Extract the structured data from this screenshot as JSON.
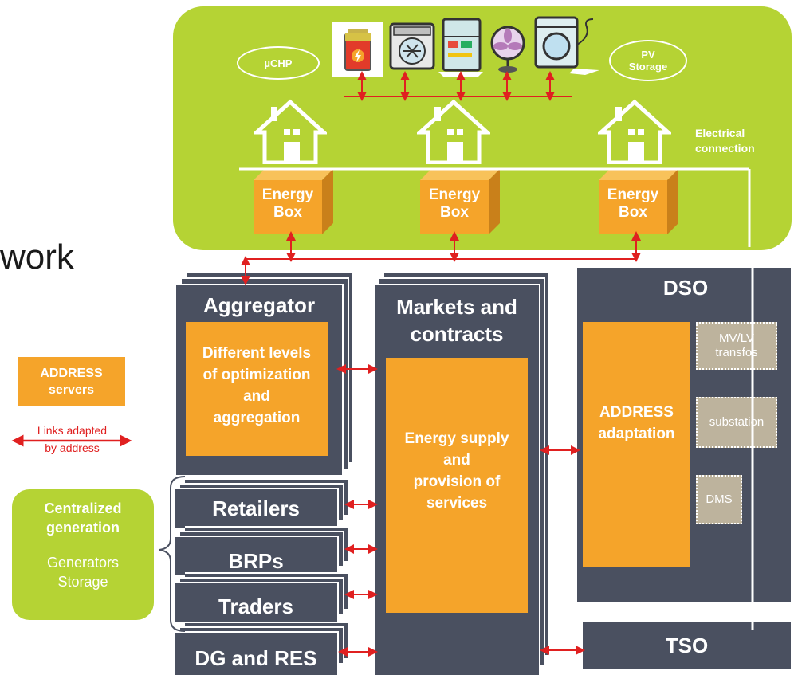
{
  "colors": {
    "green": "#b5d334",
    "orange": "#f5a42a",
    "dark": "#4a5060",
    "grey": "#bdb39d",
    "red": "#e02020"
  },
  "household": {
    "uchp": "µCHP",
    "pv_storage_line1": "PV",
    "pv_storage_line2": "Storage",
    "electrical_connection_line1": "Electrical",
    "electrical_connection_line2": "connection",
    "energy_box_line1": "Energy",
    "energy_box_line2": "Box",
    "appliances": [
      "battery-icon",
      "dishwasher-icon",
      "fridge-icon",
      "fan-icon",
      "washing-machine-icon"
    ]
  },
  "partial_text": "work",
  "legend": {
    "address_servers_line1": "ADDRESS",
    "address_servers_line2": "servers",
    "links_line1": "Links adapted",
    "links_line2": "by address"
  },
  "centralized": {
    "line1": "Centralized",
    "line2": "generation",
    "line3": "Generators",
    "line4": "Storage"
  },
  "aggregator": {
    "title": "Aggregator",
    "line1": "Different levels",
    "line2": "of optimization",
    "line3": "and",
    "line4": "aggregation"
  },
  "markets": {
    "title_line1": "Markets and",
    "title_line2": "contracts",
    "line1": "Energy supply",
    "line2": "and",
    "line3": "provision of",
    "line4": "services"
  },
  "actors": {
    "retailers": "Retailers",
    "brps": "BRPs",
    "traders": "Traders",
    "dg_res": "DG and RES"
  },
  "dso": {
    "title": "DSO",
    "address_line1": "ADDRESS",
    "address_line2": "adaptation",
    "mvlv_line1": "MV/LV",
    "mvlv_line2": "transfos",
    "substation": "substation",
    "dms": "DMS"
  },
  "tso": {
    "title": "TSO"
  }
}
